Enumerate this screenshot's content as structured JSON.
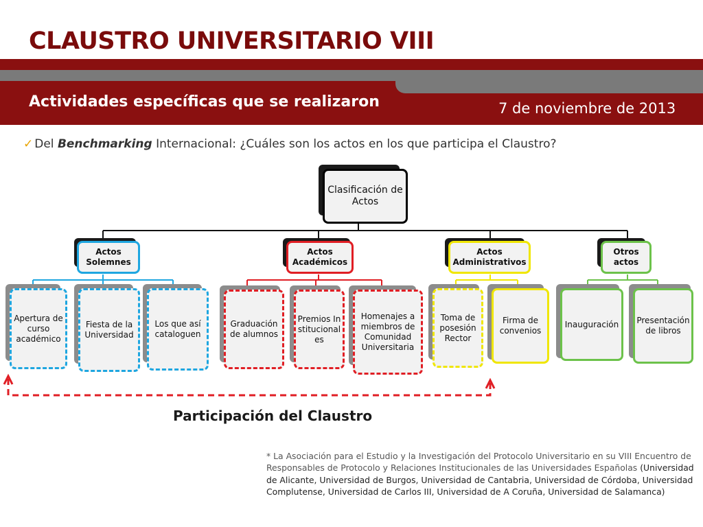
{
  "slide": {
    "title": "CLAUSTRO UNIVERSITARIO VIII",
    "subtitle": "Actividades específicas que se realizaron",
    "date": "7 de noviembre de 2013"
  },
  "question": {
    "check_icon": "✓",
    "prefix": "Del ",
    "emphasis": "Benchmarking",
    "suffix": " Internacional: ¿Cuáles son los actos en los que participa el Claustro?"
  },
  "diagram": {
    "root": "Clasificación de Actos",
    "categories": [
      {
        "label": "Actos Solemnes",
        "color": "#1ea6e0",
        "items": [
          "Apertura de curso académico",
          "Fiesta de la Universidad",
          "Los que así cataloguen"
        ]
      },
      {
        "label": "Actos Académicos",
        "color": "#e01e24",
        "items": [
          "Graduación de alumnos",
          "Premios Institucionales",
          "Homenajes a miembros de Comunidad Universitaria"
        ]
      },
      {
        "label": "Actos Administrativos",
        "color": "#f0e600",
        "items": [
          "Toma de posesión Rector",
          "Firma de convenios"
        ]
      },
      {
        "label": "Otros actos",
        "color": "#6cc24a",
        "items": [
          "Inauguración",
          "Presentación de libros"
        ]
      }
    ],
    "participation_label": "Participación del Claustro",
    "arrow_color": "#e01e24"
  },
  "footnote": {
    "source": "* La Asociación para el Estudio y la Investigación del Protocolo Universitario en su VIII Encuentro de Responsables de Protocolo y Relaciones Institucionales de las Universidades Españolas",
    "universities": " (Universidad de Alicante, Universidad de Burgos, Universidad de Cantabria, Universidad de Córdoba, Universidad Complutense, Universidad de Carlos III, Universidad de A Coruña, Universidad de Salamanca)"
  }
}
